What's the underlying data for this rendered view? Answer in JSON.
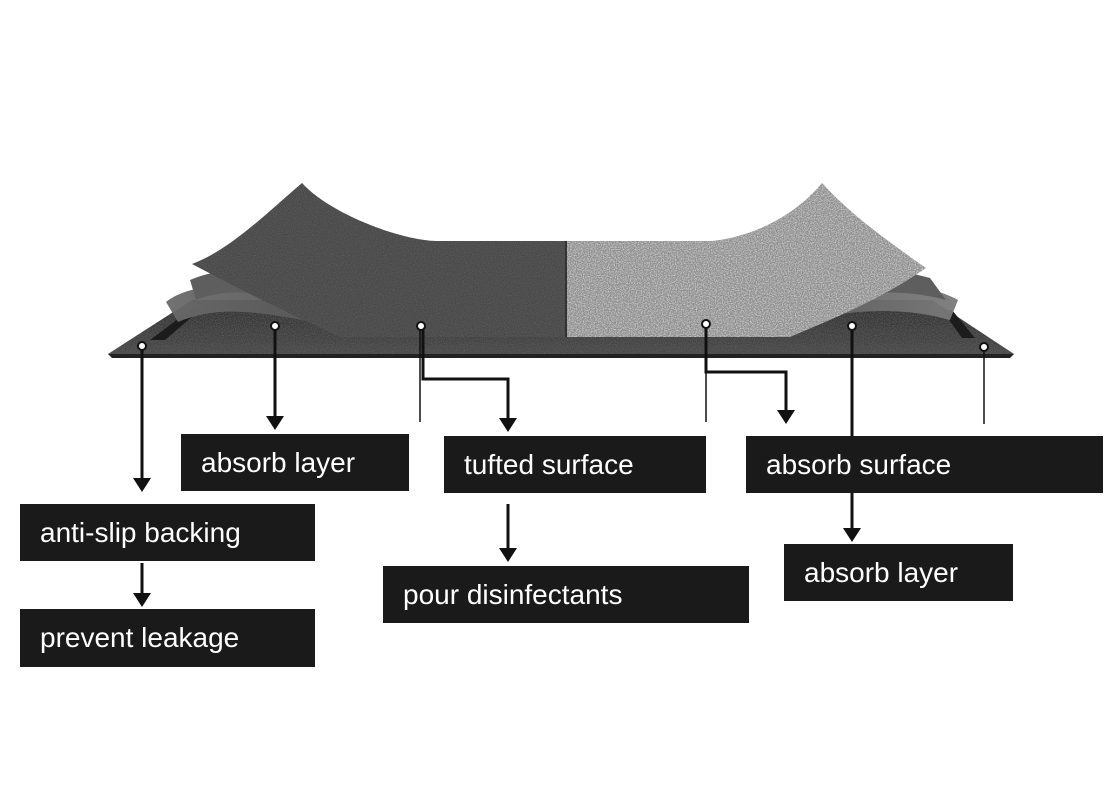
{
  "labels": {
    "absorb_layer_left": "absorb layer",
    "tufted_surface": "tufted surface",
    "absorb_surface": "absorb surface",
    "anti_slip_backing": "anti-slip backing",
    "absorb_layer_right": "absorb layer",
    "pour_disinfectants": "pour disinfectants",
    "prevent_leakage": "prevent leakage"
  },
  "colors": {
    "label_background": "#1a1a1a",
    "label_text": "#ffffff",
    "connector": "#111111",
    "backing": "#3a3a3a",
    "dark_surface": "#4a4a4a",
    "light_surface": "#8e8e8e"
  }
}
